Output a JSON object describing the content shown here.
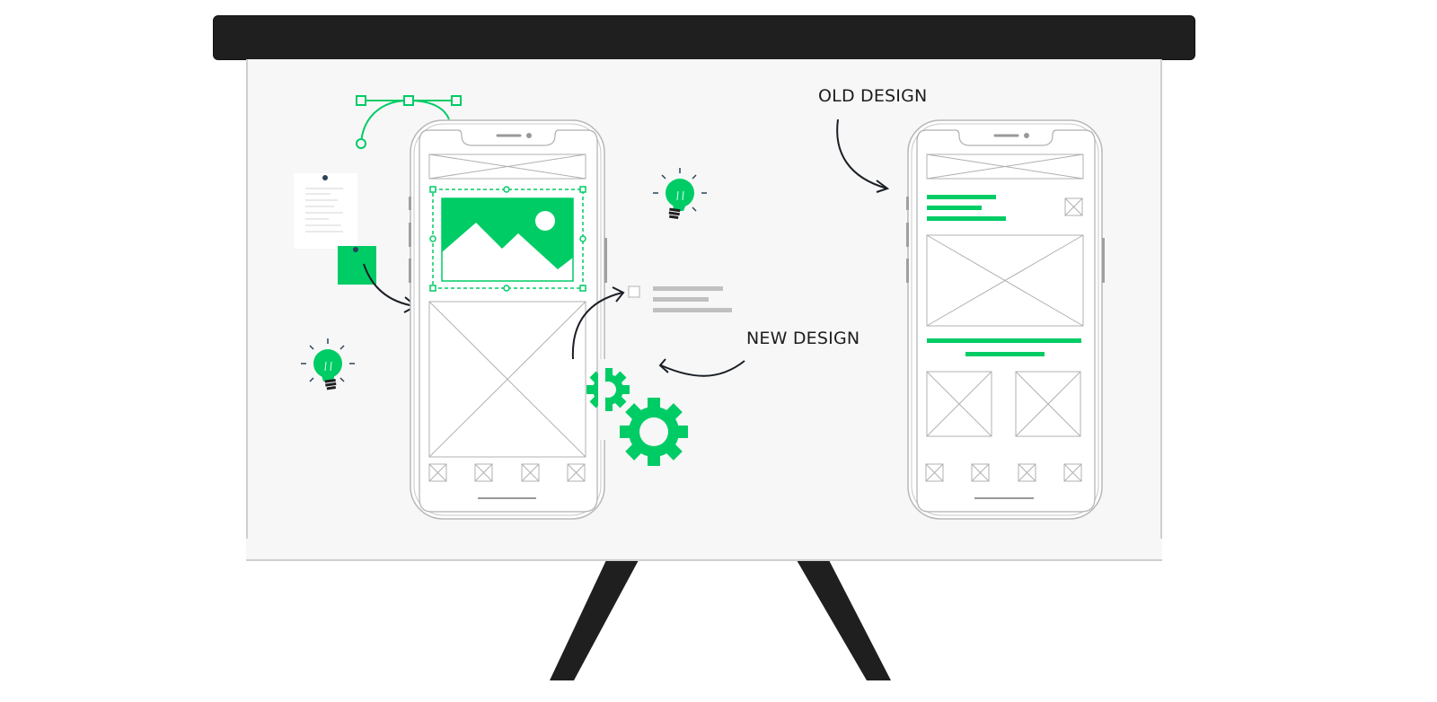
{
  "scene": {
    "description": "Presentation board comparing a new design wireframe to an old design wireframe",
    "colors": {
      "accent_green": "#00cc66",
      "board_bg": "#f7f7f7",
      "board_border": "#cfcfcf",
      "topbar": "#1f1f1f",
      "stand": "#1f1f1f",
      "wire_gray": "#b0b0b0",
      "text_dark": "#1d1d1d"
    }
  },
  "labels": {
    "old_design": "OLD DESIGN",
    "new_design": "NEW DESIGN"
  },
  "icons": [
    "bezier-curve-icon",
    "paper-note-icon",
    "sticky-note-icon",
    "lightbulb-icon",
    "lightbulb-icon",
    "image-placeholder-icon",
    "gear-small-icon",
    "gear-large-icon",
    "text-lines-icon",
    "arrow-icon"
  ],
  "phones": {
    "new_design_phone": {
      "sections": [
        "header-placeholder",
        "selected-image",
        "large-image-placeholder",
        "tab-bar"
      ],
      "tab_bar_items": 4
    },
    "old_design_phone": {
      "sections": [
        "header-placeholder",
        "text-lines-with-thumb",
        "image-placeholder",
        "title-lines",
        "two-thumbnails",
        "tab-bar"
      ],
      "tab_bar_items": 4
    }
  }
}
